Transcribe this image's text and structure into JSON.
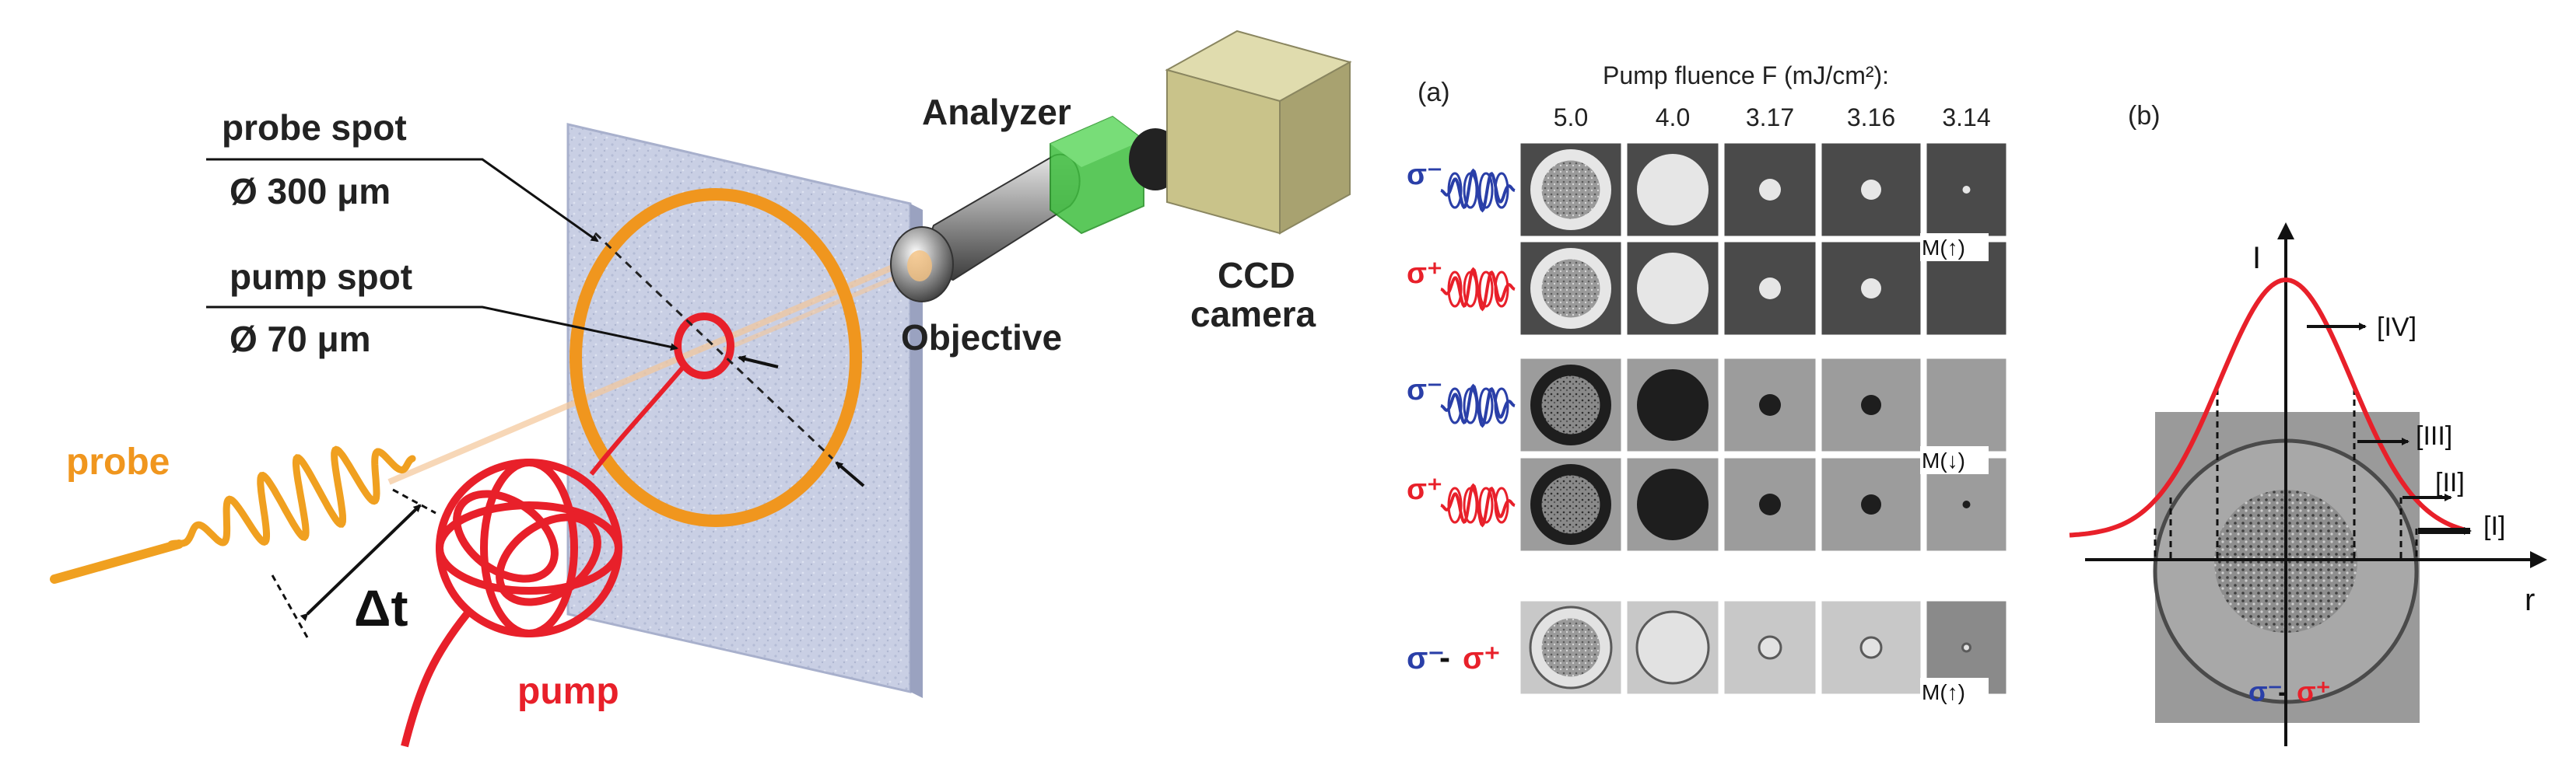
{
  "setup": {
    "probe_spot_label": "probe spot",
    "probe_spot_size": "Ø 300 μm",
    "pump_spot_label": "pump spot",
    "pump_spot_size": "Ø  70 μm",
    "probe_label": "probe",
    "pump_label": "pump",
    "delay_label": "Δt",
    "analyzer_label": "Analyzer",
    "objective_label": "Objective",
    "ccd_line1": "CCD",
    "ccd_line2": "camera",
    "colors": {
      "probe": "#f0961e",
      "pump": "#e8202a",
      "sample": "#c9cfe4",
      "analyzer": "#3fbf3f",
      "camera": "#c9c38a"
    }
  },
  "panel_a": {
    "label": "(a)",
    "header": "Pump fluence F (mJ/cm²):",
    "fluences": [
      "5.0",
      "4.0",
      "3.17",
      "3.16",
      "3.14"
    ],
    "rows": [
      {
        "label": "σ⁻",
        "color": "#2a3fa8",
        "dark_bg": true
      },
      {
        "label": "σ⁺",
        "color": "#e8202a",
        "dark_bg": true
      },
      {
        "label": "σ⁻",
        "color": "#2a3fa8",
        "dark_bg": false
      },
      {
        "label": "σ⁺",
        "color": "#e8202a",
        "dark_bg": false
      }
    ],
    "diff_label_minus": "σ⁻",
    "diff_label_dash": "-",
    "diff_label_plus": "σ⁺",
    "tag_up_1": "M(↑)",
    "tag_down": "M(↓)",
    "tag_up_2": "M(↑)"
  },
  "panel_b": {
    "label": "(b)",
    "y_axis_label": "I",
    "x_axis_label": "r",
    "regions": [
      "[IV]",
      "[III]",
      "[II]",
      "[I]"
    ],
    "inset_minus": "σ⁻",
    "inset_dash": "-",
    "inset_plus": "σ⁺",
    "curve_color": "#e8202a"
  }
}
